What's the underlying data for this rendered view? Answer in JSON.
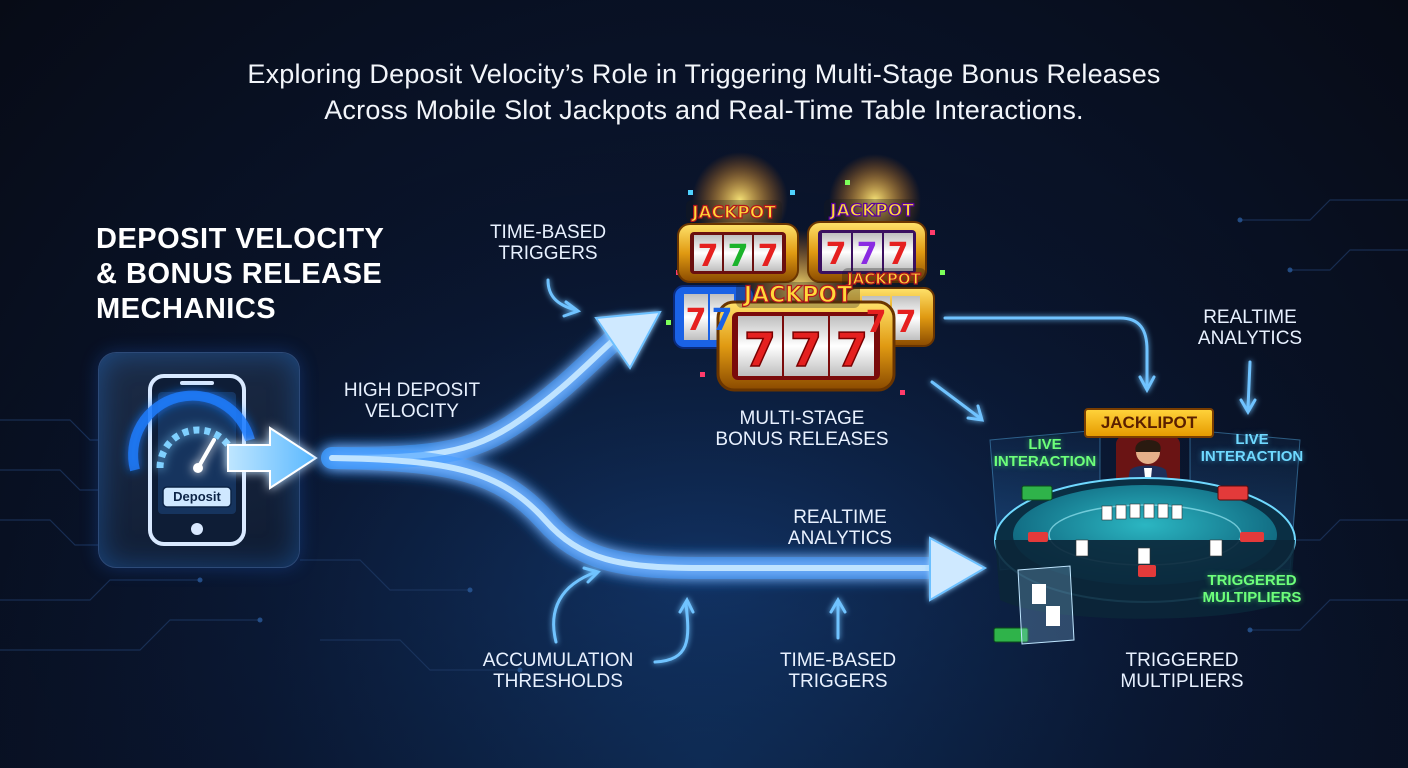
{
  "title": {
    "line1": "Exploring Deposit Velocity’s Role in Triggering Multi-Stage Bonus Releases",
    "line2": "Across Mobile Slot Jackpots and Real-Time Table Interactions."
  },
  "heading": {
    "line1": "DEPOSIT VELOCITY",
    "line2": "& BONUS RELEASE",
    "line3": "MECHANICS"
  },
  "phone": {
    "button_label": "Deposit"
  },
  "labels": {
    "time_based_top": {
      "line1": "TIME-BASED",
      "line2": "TRIGGERS"
    },
    "high_deposit": {
      "line1": "HIGH DEPOSIT",
      "line2": "VELOCITY"
    },
    "multi_stage": {
      "line1": "MULTI-STAGE",
      "line2": "BONUS RELEASES"
    },
    "realtime_mid": {
      "line1": "REALTIME",
      "line2": "ANALYTICS"
    },
    "realtime_right": {
      "line1": "REALTIME",
      "line2": "ANALYTICS"
    },
    "accumulation": {
      "line1": "ACCUMULATION",
      "line2": "THRESHOLDS"
    },
    "time_based_bottom": {
      "line1": "TIME-BASED",
      "line2": "TRIGGERS"
    },
    "triggered_bottom": {
      "line1": "TRIGGERED",
      "line2": "MULTIPLIERS"
    }
  },
  "slots": {
    "jackpot_label": "JACKPOT",
    "reel_symbol": "7"
  },
  "table": {
    "badge": "JACKLIPOT",
    "live_left": {
      "line1": "LIVE",
      "line2": "INTERACTION"
    },
    "live_right": {
      "line1": "LIVE",
      "line2": "INTERACTION"
    },
    "triggered_overlay": {
      "line1": "TRIGGERED",
      "line2": "MULTIPLIERS"
    }
  },
  "colors": {
    "flow_blue": "#4fb0ff",
    "flow_glow": "#2a7fff",
    "jackpot_gold": "#ffcc2a",
    "table_felt": "#1f9aa6",
    "live_green": "#6dff7a",
    "live_cyan": "#6fd9ff"
  },
  "icons": [
    "phone-icon",
    "speedometer-icon",
    "arrow-right-icon",
    "slot-machine-icon",
    "card-table-icon",
    "dealer-icon"
  ]
}
